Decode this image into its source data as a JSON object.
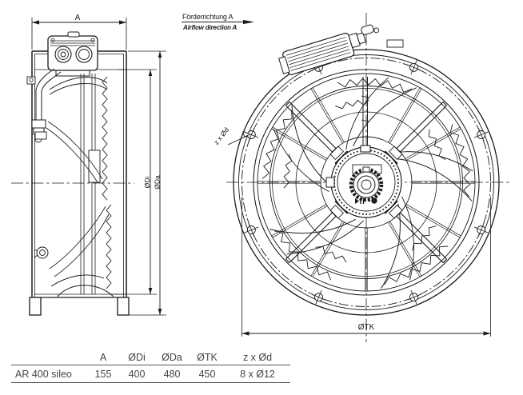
{
  "annotations": {
    "airflow_de": "Förderrichtung A",
    "airflow_en": "Airflow direction A"
  },
  "dimension_labels": {
    "a": "A",
    "di": "ØDi",
    "da": "ØDa",
    "tk": "ØTK",
    "bolt_pattern": "z x Ød"
  },
  "drawing": {
    "line_color": "#1c1c1c",
    "views": [
      "side-view",
      "front-view"
    ]
  },
  "table": {
    "headers": [
      "",
      "A",
      "ØDi",
      "ØDa",
      "ØTK",
      "z x Ød"
    ],
    "rows": [
      {
        "model": "AR 400 sileo",
        "values": [
          "155",
          "400",
          "480",
          "450",
          "8 x Ø12"
        ]
      }
    ]
  }
}
